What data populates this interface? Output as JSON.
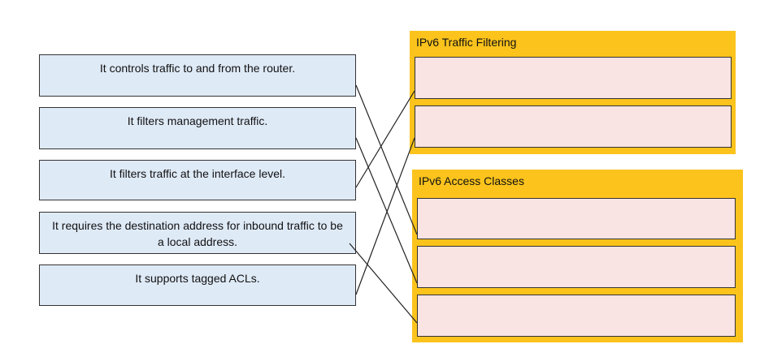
{
  "sources": [
    {
      "id": "s1",
      "text": "It controls traffic to and from the router."
    },
    {
      "id": "s2",
      "text": "It filters management traffic."
    },
    {
      "id": "s3",
      "text": "It filters traffic at the interface level."
    },
    {
      "id": "s4",
      "text": "It requires the destination address for inbound traffic to be a local address."
    },
    {
      "id": "s5",
      "text": "It supports tagged ACLs."
    }
  ],
  "targets": {
    "traffic_filtering": {
      "title": "IPv6 Traffic Filtering",
      "slot_count": 2
    },
    "access_classes": {
      "title": "IPv6 Access Classes",
      "slot_count": 3
    }
  },
  "connections": [
    {
      "from": "s1",
      "to": "access_classes.0"
    },
    {
      "from": "s2",
      "to": "access_classes.1"
    },
    {
      "from": "s3",
      "to": "traffic_filtering.0"
    },
    {
      "from": "s4",
      "to": "access_classes.2"
    },
    {
      "from": "s5",
      "to": "traffic_filtering.1"
    }
  ],
  "colors": {
    "source_fill": "#dfeaf7",
    "group_fill": "#fbc31c",
    "slot_fill": "#fae3e3",
    "border": "#333333"
  }
}
